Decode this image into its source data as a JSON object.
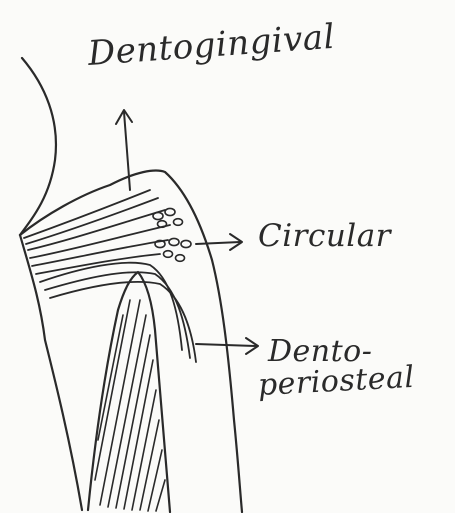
{
  "labels": {
    "dentogingival": "Dentogingival",
    "circular": "Circular",
    "dento_line1": "Dento-",
    "dento_line2": "periosteal"
  },
  "colors": {
    "ink": "#2a2a2a",
    "paper": "#fbfbf9"
  }
}
